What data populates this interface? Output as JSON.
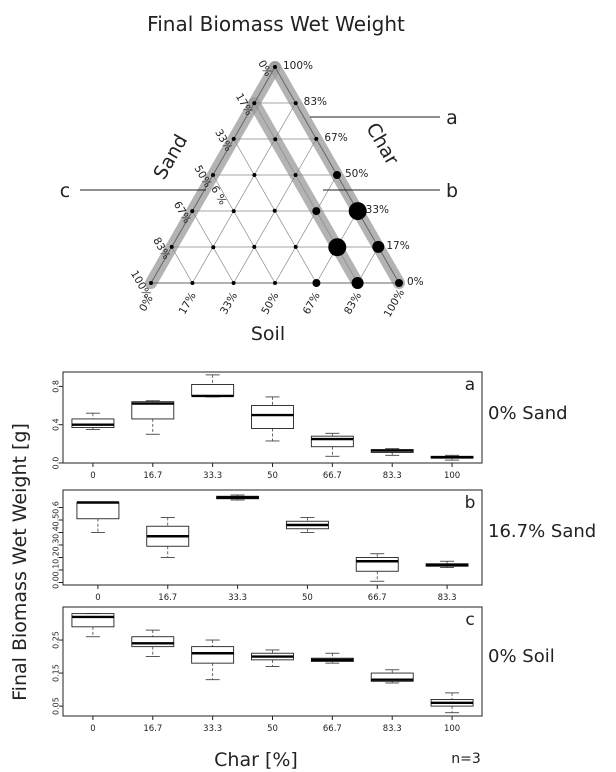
{
  "figure": {
    "ylabel": "Final Biomass Wet Weight [g]",
    "xlabel": "Char [%]",
    "n_label": "n=3"
  },
  "chart_data": [
    {
      "type": "scatter",
      "subtype": "ternary-bubble",
      "title": "Final Biomass Wet Weight",
      "axes": {
        "sand": {
          "label": "Sand",
          "ticks": [
            "0%",
            "17%",
            "33%",
            "50%",
            "67%",
            "83%",
            "100%"
          ]
        },
        "char": {
          "label": "Char",
          "ticks": [
            "100%",
            "83%",
            "67%",
            "50%",
            "33%",
            "17%",
            "0%"
          ]
        },
        "soil": {
          "label": "Soil",
          "ticks": [
            "0%",
            "17%",
            "33%",
            "50%",
            "67%",
            "83%",
            "100%"
          ]
        }
      },
      "tick_label_misc": [
        "6 %"
      ],
      "grid": true,
      "highlighted_transects": [
        {
          "label": "a",
          "description": "0% Sand"
        },
        {
          "label": "b",
          "description": "16.7% Sand"
        },
        {
          "label": "c",
          "description": "0% Soil"
        }
      ],
      "points": [
        {
          "sand": 0,
          "char": 100,
          "soil": 0,
          "size": 1
        },
        {
          "sand": 0,
          "char": 83.3,
          "soil": 16.7,
          "size": 1
        },
        {
          "sand": 0,
          "char": 66.7,
          "soil": 33.3,
          "size": 1
        },
        {
          "sand": 0,
          "char": 50,
          "soil": 50,
          "size": 2
        },
        {
          "sand": 0,
          "char": 33.3,
          "soil": 66.7,
          "size": 4
        },
        {
          "sand": 0,
          "char": 16.7,
          "soil": 83.3,
          "size": 3
        },
        {
          "sand": 0,
          "char": 0,
          "soil": 100,
          "size": 2
        },
        {
          "sand": 16.7,
          "char": 83.3,
          "soil": 0,
          "size": 1
        },
        {
          "sand": 16.7,
          "char": 66.7,
          "soil": 16.7,
          "size": 1
        },
        {
          "sand": 16.7,
          "char": 50,
          "soil": 33.3,
          "size": 1
        },
        {
          "sand": 16.7,
          "char": 33.3,
          "soil": 50,
          "size": 2
        },
        {
          "sand": 16.7,
          "char": 16.7,
          "soil": 66.7,
          "size": 4
        },
        {
          "sand": 16.7,
          "char": 0,
          "soil": 83.3,
          "size": 3
        },
        {
          "sand": 33.3,
          "char": 66.7,
          "soil": 0,
          "size": 1
        },
        {
          "sand": 33.3,
          "char": 50,
          "soil": 16.7,
          "size": 1
        },
        {
          "sand": 33.3,
          "char": 33.3,
          "soil": 33.3,
          "size": 1
        },
        {
          "sand": 33.3,
          "char": 16.7,
          "soil": 50,
          "size": 1
        },
        {
          "sand": 33.3,
          "char": 0,
          "soil": 66.7,
          "size": 2
        },
        {
          "sand": 50,
          "char": 50,
          "soil": 0,
          "size": 1
        },
        {
          "sand": 50,
          "char": 33.3,
          "soil": 16.7,
          "size": 1
        },
        {
          "sand": 50,
          "char": 16.7,
          "soil": 33.3,
          "size": 1
        },
        {
          "sand": 50,
          "char": 0,
          "soil": 50,
          "size": 1
        },
        {
          "sand": 66.7,
          "char": 33.3,
          "soil": 0,
          "size": 1
        },
        {
          "sand": 66.7,
          "char": 16.7,
          "soil": 16.7,
          "size": 1
        },
        {
          "sand": 66.7,
          "char": 0,
          "soil": 33.3,
          "size": 1
        },
        {
          "sand": 83.3,
          "char": 16.7,
          "soil": 0,
          "size": 1
        },
        {
          "sand": 83.3,
          "char": 0,
          "soil": 16.7,
          "size": 1
        },
        {
          "sand": 100,
          "char": 0,
          "soil": 0,
          "size": 1
        }
      ]
    },
    {
      "type": "box",
      "label": "a",
      "side_label": "0% Sand",
      "categories": [
        "0",
        "16.7",
        "33.3",
        "50",
        "66.7",
        "83.3",
        "100"
      ],
      "ylim": [
        0,
        0.95
      ],
      "yticks": [
        "0.0",
        "0.4",
        "0.8"
      ],
      "boxes": [
        {
          "min": 0.35,
          "q1": 0.37,
          "median": 0.4,
          "q3": 0.46,
          "max": 0.52
        },
        {
          "min": 0.3,
          "q1": 0.46,
          "median": 0.62,
          "q3": 0.64,
          "max": 0.65
        },
        {
          "min": 0.69,
          "q1": 0.7,
          "median": 0.7,
          "q3": 0.82,
          "max": 0.92
        },
        {
          "min": 0.23,
          "q1": 0.36,
          "median": 0.5,
          "q3": 0.6,
          "max": 0.69
        },
        {
          "min": 0.07,
          "q1": 0.17,
          "median": 0.25,
          "q3": 0.28,
          "max": 0.31
        },
        {
          "min": 0.08,
          "q1": 0.11,
          "median": 0.13,
          "q3": 0.14,
          "max": 0.15
        },
        {
          "min": 0.03,
          "q1": 0.05,
          "median": 0.06,
          "q3": 0.07,
          "max": 0.08
        }
      ]
    },
    {
      "type": "box",
      "label": "b",
      "side_label": "16.7% Sand",
      "categories": [
        "0",
        "16.7",
        "33.3",
        "50",
        "66.7",
        "83.3"
      ],
      "ylim": [
        -0.02,
        0.74
      ],
      "yticks": [
        "0.0",
        "0.1",
        "0.2",
        "0.3",
        "0.4",
        "0.5",
        "0.6"
      ],
      "boxes": [
        {
          "min": 0.4,
          "q1": 0.51,
          "median": 0.64,
          "q3": 0.64,
          "max": 0.64
        },
        {
          "min": 0.2,
          "q1": 0.29,
          "median": 0.37,
          "q3": 0.45,
          "max": 0.52
        },
        {
          "min": 0.66,
          "q1": 0.67,
          "median": 0.68,
          "q3": 0.69,
          "max": 0.7
        },
        {
          "min": 0.4,
          "q1": 0.43,
          "median": 0.46,
          "q3": 0.49,
          "max": 0.52
        },
        {
          "min": 0.01,
          "q1": 0.09,
          "median": 0.17,
          "q3": 0.2,
          "max": 0.23
        },
        {
          "min": 0.12,
          "q1": 0.13,
          "median": 0.14,
          "q3": 0.15,
          "max": 0.17
        }
      ]
    },
    {
      "type": "box",
      "label": "c",
      "side_label": "0% Soil",
      "categories": [
        "0",
        "16.7",
        "33.3",
        "50",
        "66.7",
        "83.3",
        "100"
      ],
      "ylim": [
        0.02,
        0.35
      ],
      "yticks": [
        "0.05",
        "0.15",
        "0.25"
      ],
      "boxes": [
        {
          "min": 0.26,
          "q1": 0.29,
          "median": 0.32,
          "q3": 0.33,
          "max": 0.33
        },
        {
          "min": 0.2,
          "q1": 0.23,
          "median": 0.24,
          "q3": 0.26,
          "max": 0.28
        },
        {
          "min": 0.13,
          "q1": 0.18,
          "median": 0.21,
          "q3": 0.23,
          "max": 0.25
        },
        {
          "min": 0.17,
          "q1": 0.19,
          "median": 0.2,
          "q3": 0.21,
          "max": 0.22
        },
        {
          "min": 0.18,
          "q1": 0.185,
          "median": 0.19,
          "q3": 0.195,
          "max": 0.21
        },
        {
          "min": 0.12,
          "q1": 0.125,
          "median": 0.13,
          "q3": 0.15,
          "max": 0.16
        },
        {
          "min": 0.03,
          "q1": 0.05,
          "median": 0.06,
          "q3": 0.07,
          "max": 0.09
        }
      ]
    }
  ]
}
